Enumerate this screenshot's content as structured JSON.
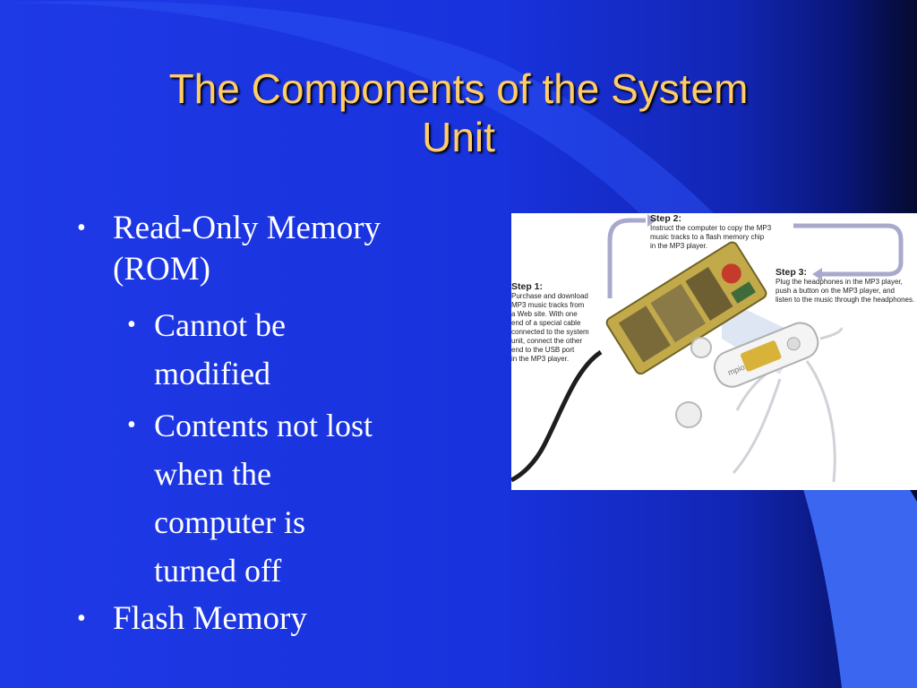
{
  "slide": {
    "title_line1": "The Components of the System",
    "title_line2": "Unit",
    "bullets": [
      {
        "text_line1": "Read-Only Memory",
        "text_line2": "(ROM)"
      },
      {
        "text": "Flash Memory"
      }
    ],
    "sub_bullets": [
      {
        "line1": "Cannot be",
        "line2": "modified"
      },
      {
        "line1": "Contents not lost",
        "line2": "when the",
        "line3": "computer is",
        "line4": "turned off"
      }
    ],
    "bullet_glyph": "•"
  },
  "figure": {
    "step1_title": "Step 1:",
    "step1_lines": [
      "Purchase and download",
      "MP3 music tracks from",
      "a Web site. With one",
      "end of a special cable",
      "connected to the system",
      "unit, connect the other",
      "end to the USB port",
      "in the MP3 player."
    ],
    "step2_title": "Step 2:",
    "step2_lines": [
      "Instruct the computer to copy the MP3",
      "music tracks to a flash memory chip",
      "in the MP3 player."
    ],
    "step3_title": "Step 3:",
    "step3_lines": [
      "Plug the headphones in the MP3 player,",
      "push a button on the MP3 player, and",
      "listen to the music through the headphones."
    ],
    "device_label": "mpio"
  },
  "colors": {
    "background": "#1e39e6",
    "title": "#ffcc66",
    "text": "#ffffff",
    "accent_shape": "#3a66f0"
  }
}
